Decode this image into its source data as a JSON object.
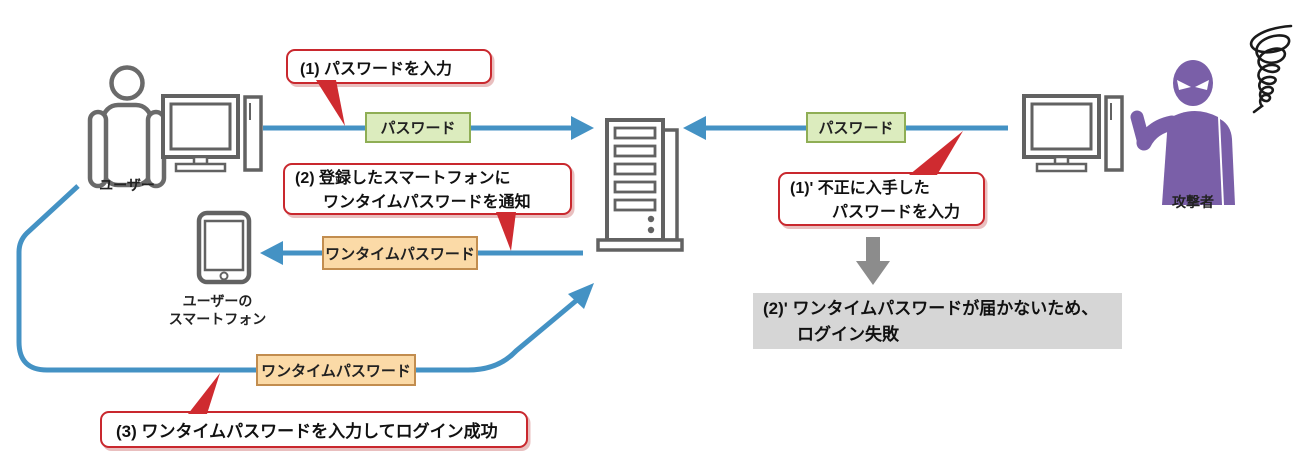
{
  "colors": {
    "flow_line_blue": "#4492c4",
    "callout_border_red": "#c9282e",
    "callout_pointer_red": "#cf2b30",
    "password_box_fill": "#dcecbe",
    "password_box_border": "#8fae55",
    "otp_box_fill": "#fbdaa7",
    "otp_box_border": "#c28d4f",
    "result_box_fill": "#d6d6d6",
    "gray_arrow": "#8c8c8c",
    "attacker_purple": "#7a5fa8",
    "icon_outline_gray": "#626262"
  },
  "actors": {
    "user": {
      "label": "ユーザー"
    },
    "smartphone": {
      "label_line1": "ユーザーの",
      "label_line2": "スマートフォン"
    },
    "attacker": {
      "label": "攻撃者"
    }
  },
  "flow_labels": {
    "user_password": "パスワード",
    "attacker_password": "パスワード",
    "otp_notify": "ワンタイムパスワード",
    "otp_submit": "ワンタイムパスワード"
  },
  "callouts": {
    "step1": {
      "text": "(1) パスワードを入力"
    },
    "step2": {
      "line1": "(2) 登録したスマートフォンに",
      "line2": "ワンタイムパスワードを通知"
    },
    "step3": {
      "text": "(3) ワンタイムパスワードを入力してログイン成功"
    },
    "attacker_step1": {
      "line1": "(1)' 不正に入手した",
      "line2": "パスワードを入力"
    }
  },
  "result_box": {
    "line1": "(2)' ワンタイムパスワードが届かないため、",
    "line2": "ログイン失敗"
  },
  "icons": {
    "user": "user-person-icon",
    "user_computer": "desktop-computer-icon",
    "attacker_computer": "desktop-computer-icon",
    "server": "server-icon",
    "smartphone": "smartphone-icon",
    "attacker": "attacker-icon",
    "scribble": "frustration-scribble-icon",
    "fail_arrow": "down-arrow-icon"
  }
}
